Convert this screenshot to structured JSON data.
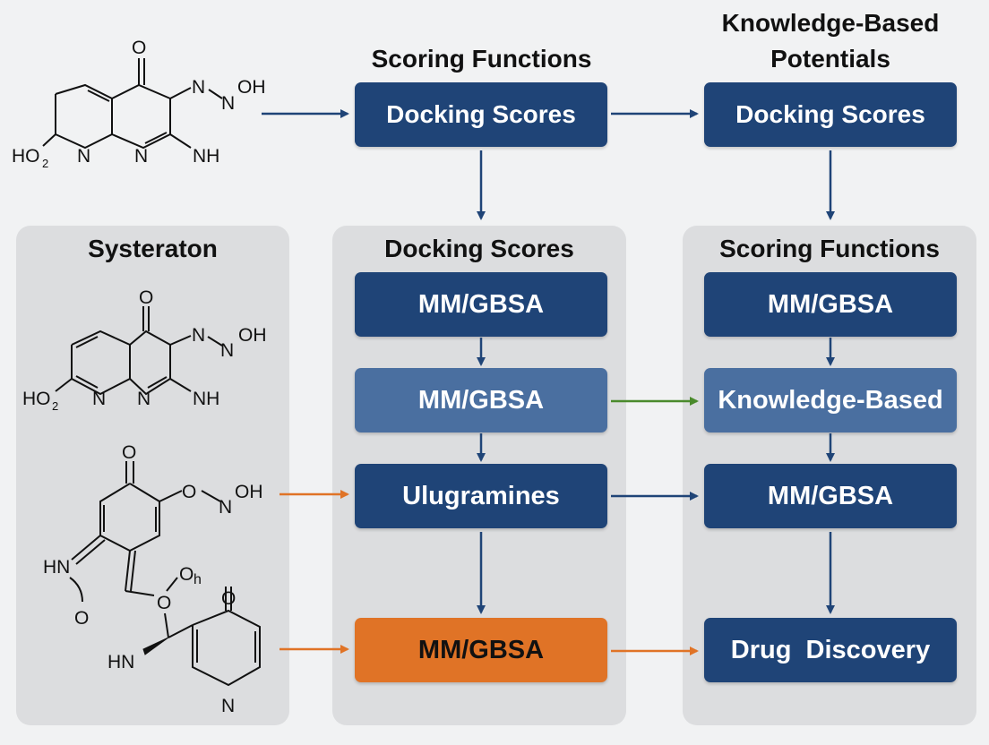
{
  "headings": {
    "top_center": "Scoring Functions",
    "top_right_line1": "Knowledge-Based",
    "top_right_line2": "Potentials",
    "left_panel": "Systeraton",
    "middle_panel": "Docking Scores",
    "right_panel": "Scoring Functions"
  },
  "boxes": {
    "top_center": "Docking Scores",
    "top_right": "Docking Scores",
    "mid_1": "MM/GBSA",
    "mid_2": "MM/GBSA",
    "mid_3": "Ulugramines",
    "mid_4": "MM/GBSA",
    "right_1": "MM/GBSA",
    "right_2": "Knowledge-Based",
    "right_3": "MM/GBSA",
    "right_4": "Drug  Discovery"
  },
  "molecule_labels": {
    "top": {
      "o": "O",
      "n1": "N",
      "oh": "OH",
      "n2": "N",
      "ho": "HO",
      "sub2": "2",
      "n_ring1": "N",
      "n_ring2": "N",
      "nh": "NH"
    },
    "left1": {
      "o": "O",
      "n1": "N",
      "oh": "OH",
      "n2": "N",
      "ho": "HO",
      "sub2": "2",
      "n_ring1": "N",
      "n_ring2": "N",
      "nh": "NH"
    },
    "left2": {
      "o1": "O",
      "o2": "O",
      "n": "N",
      "oh": "OH",
      "hn": "HN",
      "o3": "O",
      "oh2": "O",
      "h": "h",
      "o4": "O",
      "o5": "O",
      "hn2": "HN",
      "npy": "N"
    }
  },
  "colors": {
    "dark_blue": "#1f4477",
    "light_blue": "#4a6fa0",
    "orange": "#e07326",
    "green": "#4a8a2c",
    "panel": "#dcdddf",
    "background": "#f1f2f3"
  }
}
